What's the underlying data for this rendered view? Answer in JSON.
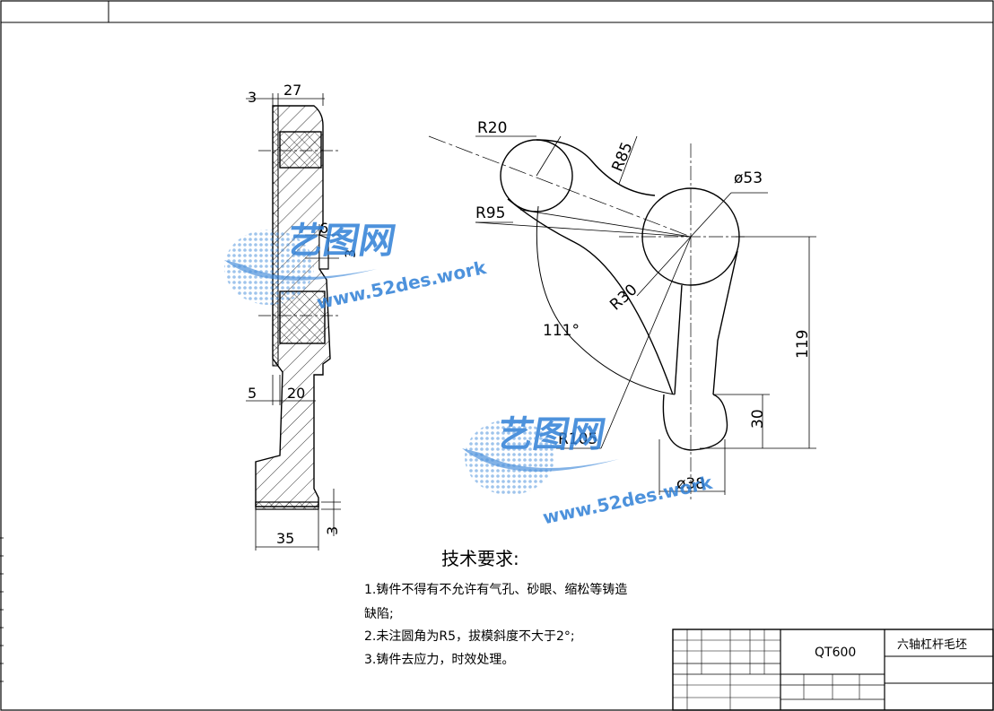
{
  "dimensions": {
    "section_top_left": "3",
    "section_top_width": "27",
    "hub_step_outer": "6",
    "hub_step_inner": "3",
    "base_left": "5",
    "base_width": "20",
    "base_total": "35",
    "base_thickness": "3",
    "radius_top_arm": "R20",
    "radius_arc_85": "R85",
    "boss_diameter": "ø53",
    "radius_95": "R95",
    "radius_30": "R30",
    "angle": "111°",
    "radius_105": "R105",
    "length_119": "119",
    "length_30": "30",
    "diameter_38": "ø38"
  },
  "notes": {
    "title": "技术要求:",
    "line1a": "1.铸件不得有不允许有气孔、砂眼、缩松等铸造",
    "line1b": "缺陷;",
    "line2": "2.未注圆角为R5，拔模斜度不大于2°;",
    "line3": "3.铸件去应力，时效处理。"
  },
  "title_block": {
    "material": "QT600",
    "part_name": "六轴杠杆毛坯"
  },
  "watermark": {
    "brand": "艺图网",
    "url": "www.52des.work"
  },
  "colors": {
    "line": "#000000",
    "watermark_blue": "#2f7fd6",
    "watermark_light": "#a9cdf2"
  }
}
